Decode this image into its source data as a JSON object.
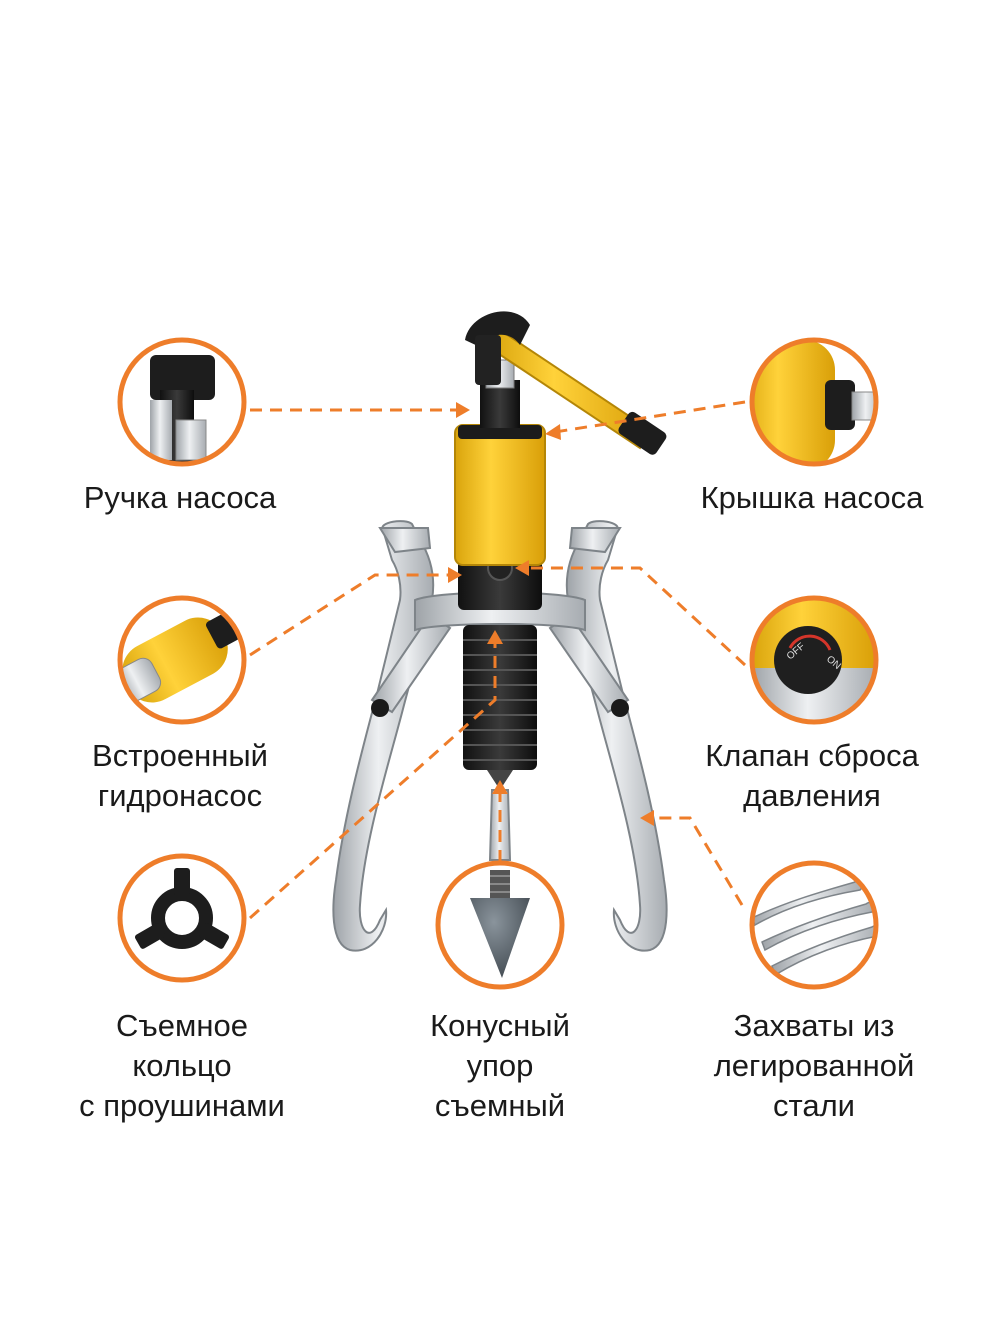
{
  "accent_color": "#ee7d2a",
  "body_color": "#f6c21c",
  "features": [
    {
      "id": "pump-handle",
      "icon": "pump-handle-closeup",
      "lines": [
        "Ручка насоса"
      ]
    },
    {
      "id": "pump-cap",
      "icon": "pump-cap-closeup",
      "lines": [
        "Крышка насоса"
      ]
    },
    {
      "id": "built-in-pump",
      "icon": "hydraulic-pump-closeup",
      "lines": [
        "Встроенный",
        "гидронасос"
      ]
    },
    {
      "id": "release-valve",
      "icon": "release-valve-closeup",
      "lines": [
        "Клапан сброса",
        "давления"
      ]
    },
    {
      "id": "ring",
      "icon": "removable-ring-closeup",
      "lines": [
        "Съемное",
        "кольцо",
        "с проушинами"
      ]
    },
    {
      "id": "cone",
      "icon": "cone-tip-closeup",
      "lines": [
        "Конусный",
        "упор",
        "съемный"
      ]
    },
    {
      "id": "jaws",
      "icon": "steel-jaws-closeup",
      "lines": [
        "Захваты из",
        "легированной",
        "стали"
      ]
    }
  ],
  "valve_marks": [
    "OFF",
    "ON"
  ]
}
